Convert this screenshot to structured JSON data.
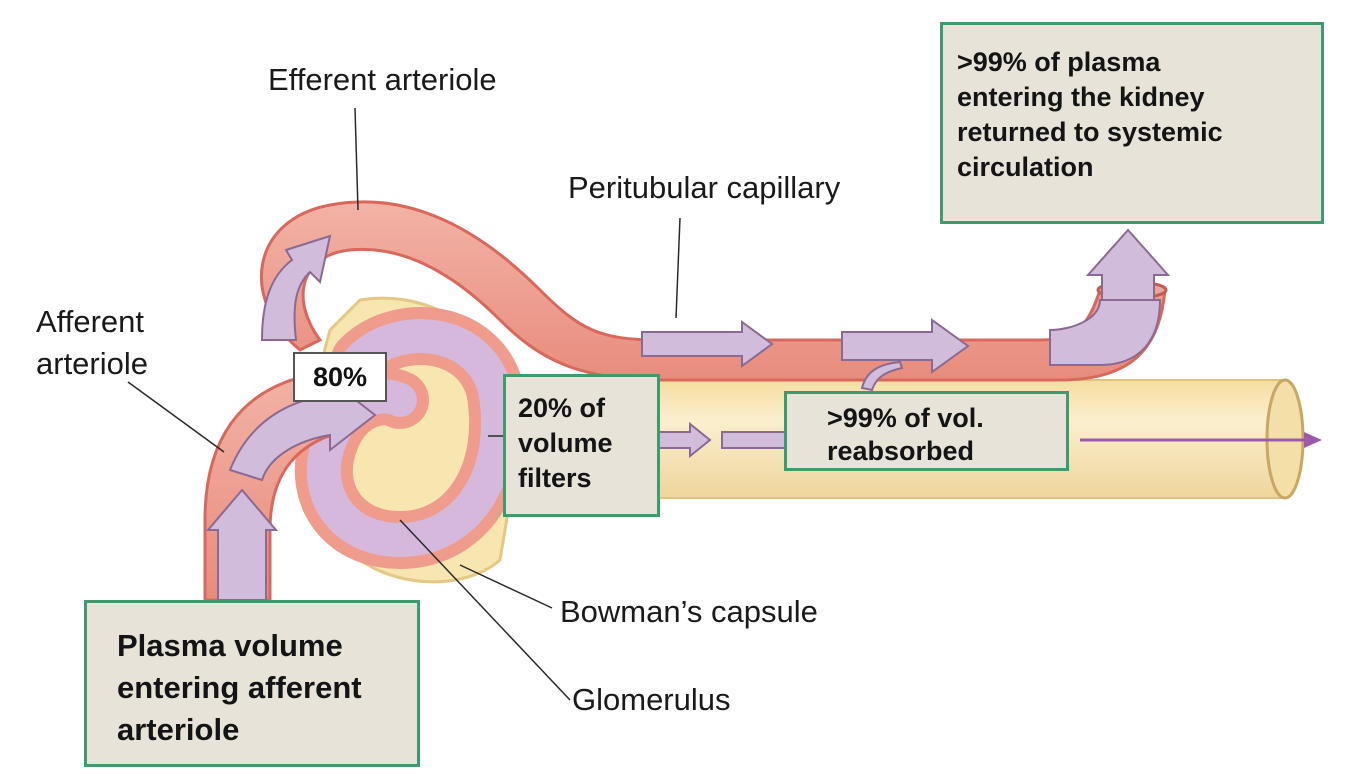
{
  "labels": {
    "efferent": "Efferent arteriole",
    "peritubular": "Peritubular capillary",
    "afferent_line1": "Afferent",
    "afferent_line2": "arteriole",
    "bowman": "Bowman’s capsule",
    "glomerulus": "Glomerulus"
  },
  "boxes": {
    "returned": ">99% of  plasma\nentering the kidney\nreturned to systemic\ncirculation",
    "filters": "20% of\nvolume\nfilters",
    "reabsorbed": ">99% of  vol.\nreabsorbed",
    "plasma_in": "Plasma volume\nentering afferent\narteriole",
    "percent_80": "80%"
  },
  "colors": {
    "vessel_fill": "#ee9c8f",
    "vessel_edge": "#d9685c",
    "capsule_fill": "#f7e6b0",
    "tubule_fill": "#f8e2ad",
    "flow_arrow": "#cfb6d8",
    "box_border": "#3f9a6e",
    "box_fill": "#e8e3d8"
  }
}
